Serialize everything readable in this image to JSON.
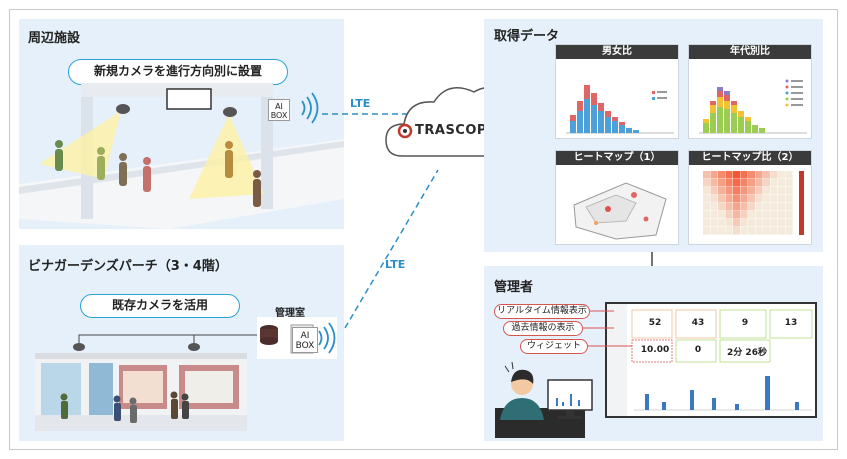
{
  "top_facility": {
    "title": "周辺施設",
    "pill": "新規カメラを進行方向別に設置",
    "aibox": [
      "AI",
      "BOX"
    ]
  },
  "bottom_facility": {
    "title": "ビナガーデンズパーチ（3・4階）",
    "pill": "既存カメラを活用",
    "room": "管理室",
    "aibox": [
      "AI",
      "BOX"
    ]
  },
  "links": {
    "lte_top": "LTE",
    "lte_bottom": "LTE"
  },
  "brand": {
    "logo_text": "TRASCOPE-AI"
  },
  "data_panel": {
    "title": "取得データ",
    "cards": [
      "男女比",
      "年代別比",
      "ヒートマップ（1）",
      "ヒートマップ比（2）"
    ]
  },
  "admin_panel": {
    "title": "管理者",
    "tags": [
      "リアルタイム情報表示",
      "過去情報の表示",
      "ウィジェット"
    ],
    "stats_row1": [
      "52",
      "43",
      "9",
      "13"
    ],
    "stats_row2": [
      "10.00",
      "0",
      "2分 26秒"
    ]
  },
  "colors": {
    "accent": "#2aa3d8",
    "panel": "#e6f0fb",
    "tag_border": "#d9534f"
  }
}
